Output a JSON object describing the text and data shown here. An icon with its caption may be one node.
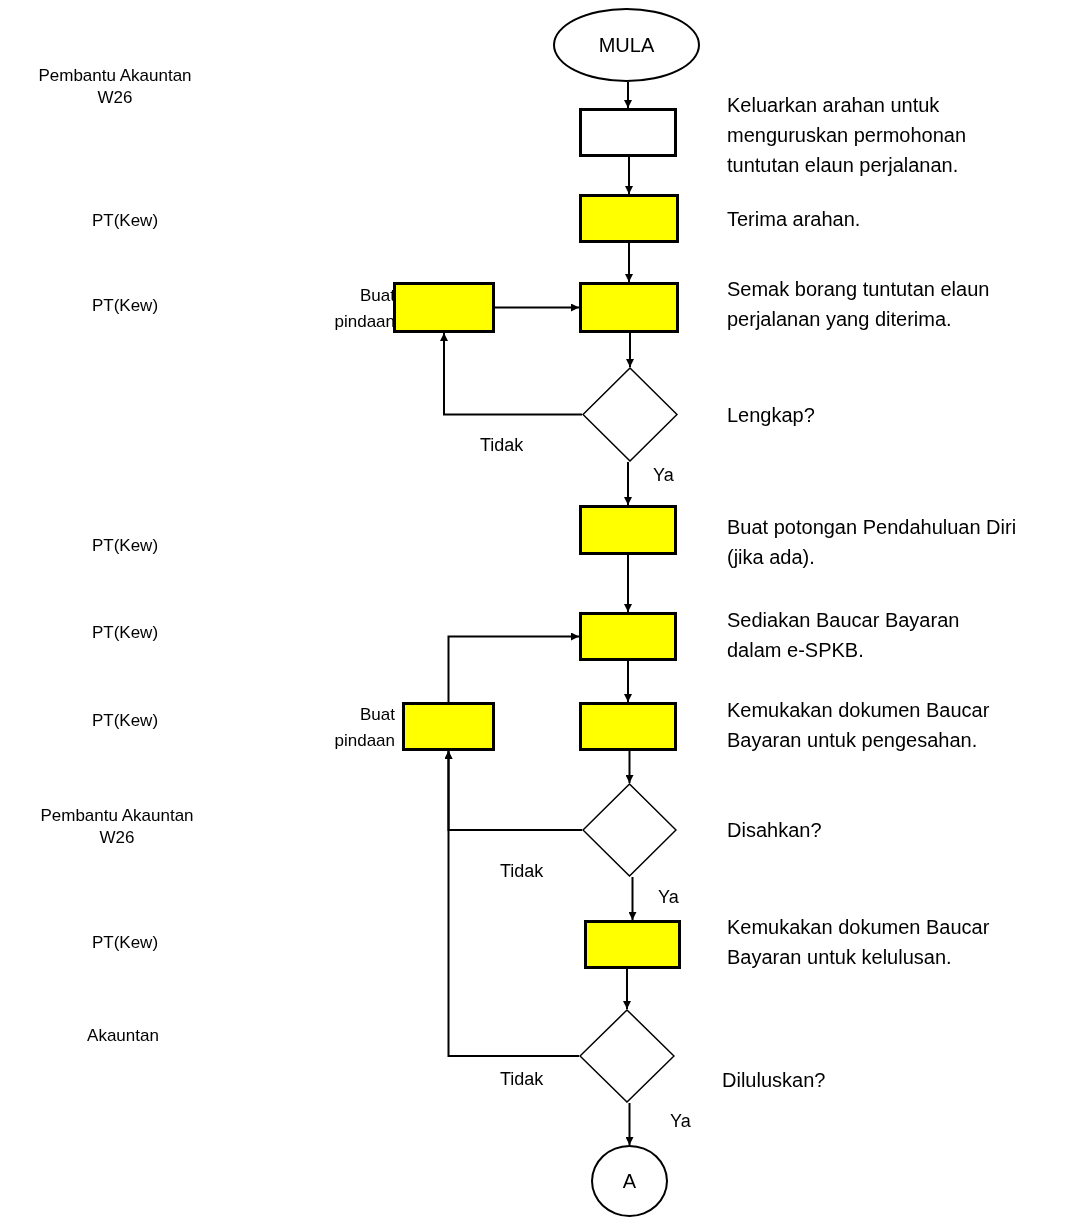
{
  "diagram": {
    "nodes": [
      {
        "text": [
          "MULA"
        ]
      },
      {
        "text": [],
        "shape": "box",
        "beside": [
          "Keluarkan arahan untuk menguruskan permohonan tuntutan elaun perjalanan."
        ]
      },
      {
        "text": [],
        "shape": "box",
        "beside": [
          "Terima arahan."
        ]
      },
      {
        "text": [],
        "shape": "box",
        "beside": [
          "Semak borang tuntutan elaun perjalanan yang diterima."
        ]
      },
      {
        "text": [],
        "shape": "box",
        "beside": [
          "Buat pindaan"
        ]
      },
      {
        "text": [],
        "shape": "diamond",
        "beside": [
          "Lengkap?"
        ]
      },
      {
        "text": [],
        "shape": "box",
        "beside": [
          "Buat potongan Pendahuluan Diri (jika ada)."
        ]
      },
      {
        "text": [],
        "shape": "box",
        "beside": [
          "Sediakan Baucar Bayaran dalam e-SPKB."
        ]
      },
      {
        "text": [],
        "shape": "box",
        "beside": [
          "Buat pindaan"
        ]
      },
      {
        "text": [],
        "shape": "box",
        "beside": [
          "Kemukakan dokumen Baucar Bayaran untuk pengesahan."
        ]
      },
      {
        "text": [],
        "shape": "diamond",
        "beside": [
          "Disahkan?"
        ]
      },
      {
        "text": [],
        "shape": "box",
        "beside": [
          "Kemukakan dokumen Baucar Bayaran untuk kelulusan."
        ]
      },
      {
        "text": [],
        "shape": "diamond",
        "beside": [
          "Diluluskan?"
        ]
      },
      {
        "text": [
          "A"
        ]
      }
    ],
    "edges": [
      {
        "from": 0,
        "to": 1,
        "arrow": "to"
      },
      {
        "from": 1,
        "to": 2,
        "arrow": "to"
      },
      {
        "from": 2,
        "to": 3,
        "arrow": "to"
      },
      {
        "from": 3,
        "to": 5,
        "arrow": "to"
      },
      {
        "from": 5,
        "to": 4,
        "arrow": "to",
        "label": "Tidak"
      },
      {
        "from": 4,
        "to": 3,
        "arrow": "to"
      },
      {
        "from": 5,
        "to": 6,
        "arrow": "to",
        "label": "Ya"
      },
      {
        "from": 6,
        "to": 7,
        "arrow": "to"
      },
      {
        "from": 7,
        "to": 9,
        "arrow": "to"
      },
      {
        "from": 9,
        "to": 10,
        "arrow": "to"
      },
      {
        "from": 10,
        "to": 8,
        "arrow": "to",
        "label": "Tidak"
      },
      {
        "from": 8,
        "to": 7,
        "arrow": "to"
      },
      {
        "from": 10,
        "to": 11,
        "arrow": "to",
        "label": "Ya"
      },
      {
        "from": 11,
        "to": 12,
        "arrow": "to"
      },
      {
        "from": 12,
        "to": 8,
        "arrow": "to",
        "label": "Tidak"
      },
      {
        "from": 12,
        "to": 13,
        "arrow": "to",
        "label": "Ya"
      }
    ],
    "labels": [
      "Pembantu Akauntan W26",
      "PT(Kew)",
      "PT(Kew)",
      "PT(Kew)",
      "PT(Kew)",
      "PT(Kew)",
      "Pembantu Akauntan W26",
      "PT(Kew)",
      "Akauntan"
    ]
  }
}
